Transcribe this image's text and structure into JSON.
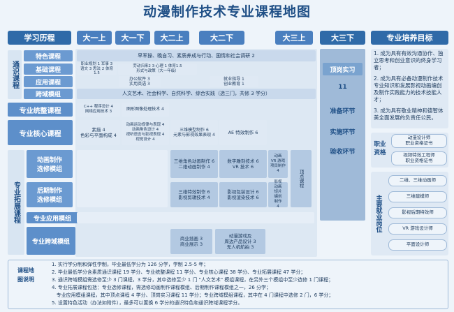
{
  "title": "动漫制作技术专业课程地图",
  "headers": {
    "history": "学习历程",
    "terms": [
      "大一上",
      "大一下",
      "大二上",
      "大二下",
      "大三上",
      "大三下"
    ],
    "goal": "专业培养目标"
  },
  "general": {
    "label": "通识课程",
    "rows": [
      "特色课程",
      "基础课程",
      "应用课程",
      "跨域模组"
    ],
    "special_text": "早军操、晚自习、素质养成与行动、国情和社会调研 2",
    "basic_y1a": "职业规划 1  军事 3\n语文 3  思法 2  体育 1.5",
    "basic_y1b": "劳动归来2 3·心理 1 体育1.5\n形式与政策（大一年级）",
    "applied_y1b": "办公软件 3\n实用英语 3",
    "applied_y2b": "就业指导 1\n创业教育 1",
    "cross_text": "人文艺术、社会科学、自然科学、综合实践（选三门，共修 3 学分）"
  },
  "pro_basic": {
    "label": "专业统整课程",
    "y1a": "C++ 程序设计 4\n网络应用技术 3",
    "y1b": "图形图像处理技术 4"
  },
  "pro_core": {
    "label": "专业核心课程",
    "y1a": "素描 4\n色彩与平面构成 4",
    "y1b": "动画运动规律与表现 4\n动画角色设计 4\n视听语言与影视表现 4\n视觉设计 4",
    "y2a": "三维模型制作 6\n元素与影视效果表现 4",
    "y2b": "AE 特效制作 6"
  },
  "ext": {
    "label": "专业拓展课程",
    "anim_label": "动画制作\n选修模组",
    "post_label": "后期制作\n选修模组",
    "app_label": "专业应用模组",
    "cross_label": "专业跨域模组",
    "anim_y2a": "三维角色动画制作 6\n二维动画制作 4",
    "anim_y2b": "数字雕刻技术 6\nVR 技术 6",
    "anim_y3a": "动画\nVR 游戏\n项目制作\n4",
    "post_y2a": "三维特效制作 6\n影视剪辑技术 4",
    "post_y2b": "影视包装设计 6\n影视渲染技术 6",
    "post_y3a": "影视\n动画\n短片\n编创\n制作\n4",
    "top_course": "顶点课程",
    "cross_y2a": "商业插画 3\n商业展示 3",
    "cross_y2b": "动漫游戏及\n周边产品设计 3\n无人机航拍 3"
  },
  "internship": {
    "title": "顶岗实习",
    "credits": "11",
    "steps": [
      "准备环节",
      "实施环节",
      "验收环节"
    ]
  },
  "goals": {
    "items": [
      "1. 成为具有有效沟通协作、独立思考和创业意识的终身学习者；",
      "2. 成为具有必备动漫制作技术专业知识和发展影视动画编创及制作实践能力的技术技能人才；",
      "3. 成为具有敬业精神和德智体美全面发展的负责任公民。"
    ],
    "cert_label": "职业资格",
    "certs": [
      "动漫设计师\n职业资格证书",
      "视频特效工程师\n职业资格证书"
    ],
    "jobs_label": "主要就业岗位",
    "jobs": [
      "二维、三维动画师",
      "三维建模师",
      "影视后期特效师",
      "VR 游戏设计师",
      "平面设计师"
    ]
  },
  "notes": {
    "label": "课程地图说明",
    "lines": [
      "1. 实行学分制和弹性学制，毕业最低学分为 126 分学，学制 2.5-5 年；",
      "2. 毕业最低学分含素质通识课程 19 学分、专业统整课程 11 学分、专业核心课程 38 学分、专业拓展课程 47 学分；",
      "3. 通识跨域模组需选修至少 3 门课程，3 学分，其中选修至少 1 门 \"人文艺术\" 模组课程，在另外三个模组中至少选修 1 门课程；",
      "4. 专业拓展课程包括：专业选修课程，需选修动画制作课程模组、后期制作课程模组之一，26 分学；",
      "   专业应用模组课程，其中顶点课程 4 学分、顶岗实习课程 11 学分；专业跨域模组课程，其中在 4 门课程中选修 2 门，6 学分；",
      "5. 设置特色活动（办法如附件），最多可以置换 6 学分的通识特色和通识跨域课程学分。"
    ]
  }
}
